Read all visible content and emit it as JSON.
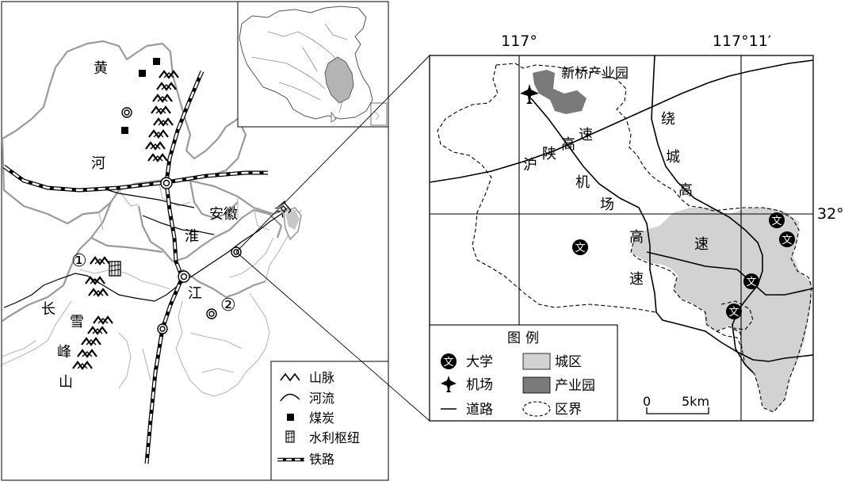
{
  "left_map": {
    "labels": {
      "huang": "黄",
      "he": "河",
      "anhui": "安徽",
      "huai": "淮",
      "he_right": "河",
      "chang": "长",
      "jiang": "江",
      "xue": "雪",
      "feng": "峰",
      "shan": "山",
      "marker_1": "①",
      "marker_2": "②"
    },
    "legend": [
      {
        "symbol": "mountain-icon",
        "label": "山脉"
      },
      {
        "symbol": "river-icon",
        "label": "河流"
      },
      {
        "symbol": "coal-icon",
        "label": "煤炭"
      },
      {
        "symbol": "hydro-hub-icon",
        "label": "水利枢纽"
      },
      {
        "symbol": "railway-icon",
        "label": "铁路"
      }
    ]
  },
  "right_map": {
    "longitude_labels": [
      "117°",
      "117°11′"
    ],
    "latitude_label": "32°",
    "xinqiao_park": "新桥产业园",
    "highways": {
      "hushan": [
        "沪",
        "陕",
        "高",
        "速"
      ],
      "ring": [
        "绕",
        "城",
        "高",
        "速"
      ],
      "airport": [
        "机",
        "场",
        "高",
        "速"
      ]
    },
    "university_glyph": "文",
    "legend": {
      "title": "图例",
      "items": [
        {
          "symbol": "university-icon",
          "label": "大学"
        },
        {
          "symbol": "urban-area-swatch",
          "label": "城区"
        },
        {
          "symbol": "airport-icon",
          "label": "机场"
        },
        {
          "symbol": "industrial-park-swatch",
          "label": "产业园"
        },
        {
          "symbol": "road-icon",
          "label": "道路"
        },
        {
          "symbol": "district-boundary-icon",
          "label": "区界"
        }
      ]
    },
    "scale": {
      "zero": "0",
      "distance": "5km"
    }
  },
  "colors": {
    "urban_area": "#d2d2d2",
    "industrial_park": "#7a7a7a",
    "boundary": "#9a9a9a",
    "river": "#8a8a8a"
  }
}
